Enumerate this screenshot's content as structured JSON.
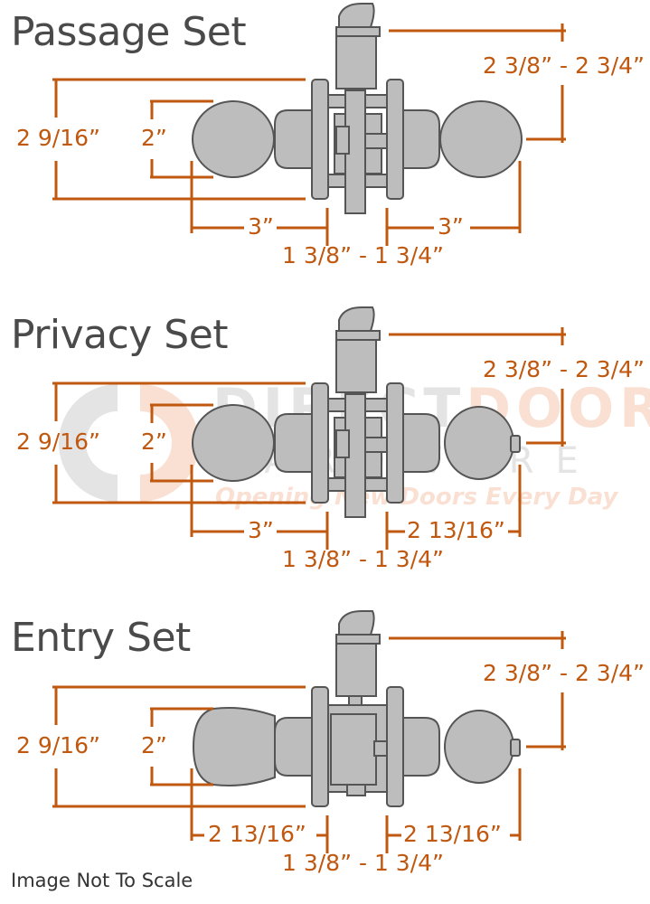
{
  "sections": [
    {
      "title": "Passage Set",
      "dims": {
        "height_outer": "2 9/16”",
        "height_inner": "2”",
        "left_proj": "3”",
        "right_proj": "3”",
        "door_thickness": "1 3/8” - 1 3/4”",
        "backset": "2 3/8” - 2 3/4”"
      }
    },
    {
      "title": "Privacy Set",
      "dims": {
        "height_outer": "2 9/16”",
        "height_inner": "2”",
        "left_proj": "3”",
        "right_proj": "2 13/16”",
        "door_thickness": "1 3/8” - 1 3/4”",
        "backset": "2 3/8” - 2 3/4”"
      }
    },
    {
      "title": "Entry Set",
      "dims": {
        "height_outer": "2 9/16”",
        "height_inner": "2”",
        "left_proj": "2 13/16”",
        "right_proj": "2 13/16”",
        "door_thickness": "1 3/8” - 1 3/4”",
        "backset": "2 3/8” - 2 3/4”"
      }
    }
  ],
  "watermark": {
    "word1": "DIRECT",
    "word2": "DOOR",
    "line2": "HARDWARE",
    "tagline": "Opening New Doors Every Day",
    "logo_text": "DD"
  },
  "footer": "Image Not To Scale",
  "colors": {
    "dimension": "#c0580f",
    "hardware_fill": "#bdbdbd",
    "hardware_stroke": "#555555",
    "title": "#4a4a4a"
  }
}
